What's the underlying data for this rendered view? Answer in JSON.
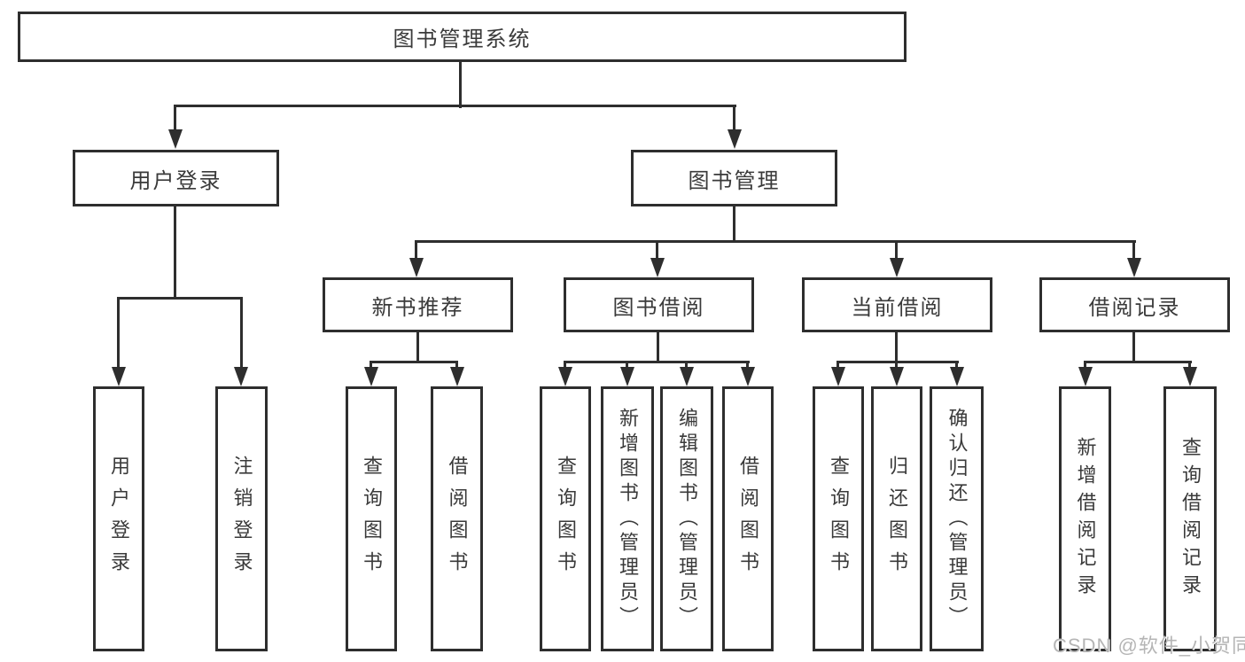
{
  "diagram": {
    "root": {
      "label": "图书管理系统"
    },
    "branches": [
      {
        "label": "用户登录",
        "leaves": [
          {
            "label": "用户登录"
          },
          {
            "label": "注销登录"
          }
        ]
      },
      {
        "label": "图书管理",
        "sections": [
          {
            "label": "新书推荐",
            "leaves": [
              {
                "label": "查询图书"
              },
              {
                "label": "借阅图书"
              }
            ]
          },
          {
            "label": "图书借阅",
            "leaves": [
              {
                "label": "查询图书"
              },
              {
                "label": "新增图书（管理员）"
              },
              {
                "label": "编辑图书（管理员）"
              },
              {
                "label": "借阅图书"
              }
            ]
          },
          {
            "label": "当前借阅",
            "leaves": [
              {
                "label": "查询图书"
              },
              {
                "label": "归还图书"
              },
              {
                "label": "确认归还（管理员）"
              }
            ]
          },
          {
            "label": "借阅记录",
            "leaves": [
              {
                "label": "新增借阅记录"
              },
              {
                "label": "查询借阅记录"
              }
            ]
          }
        ]
      }
    ],
    "watermark": {
      "text": "CSDN @软件_小贺同学"
    },
    "colors": {
      "line": "#2e2e2e",
      "text": "#3a3a3a",
      "watermark": "#b5b5b5",
      "background": "#ffffff"
    }
  }
}
